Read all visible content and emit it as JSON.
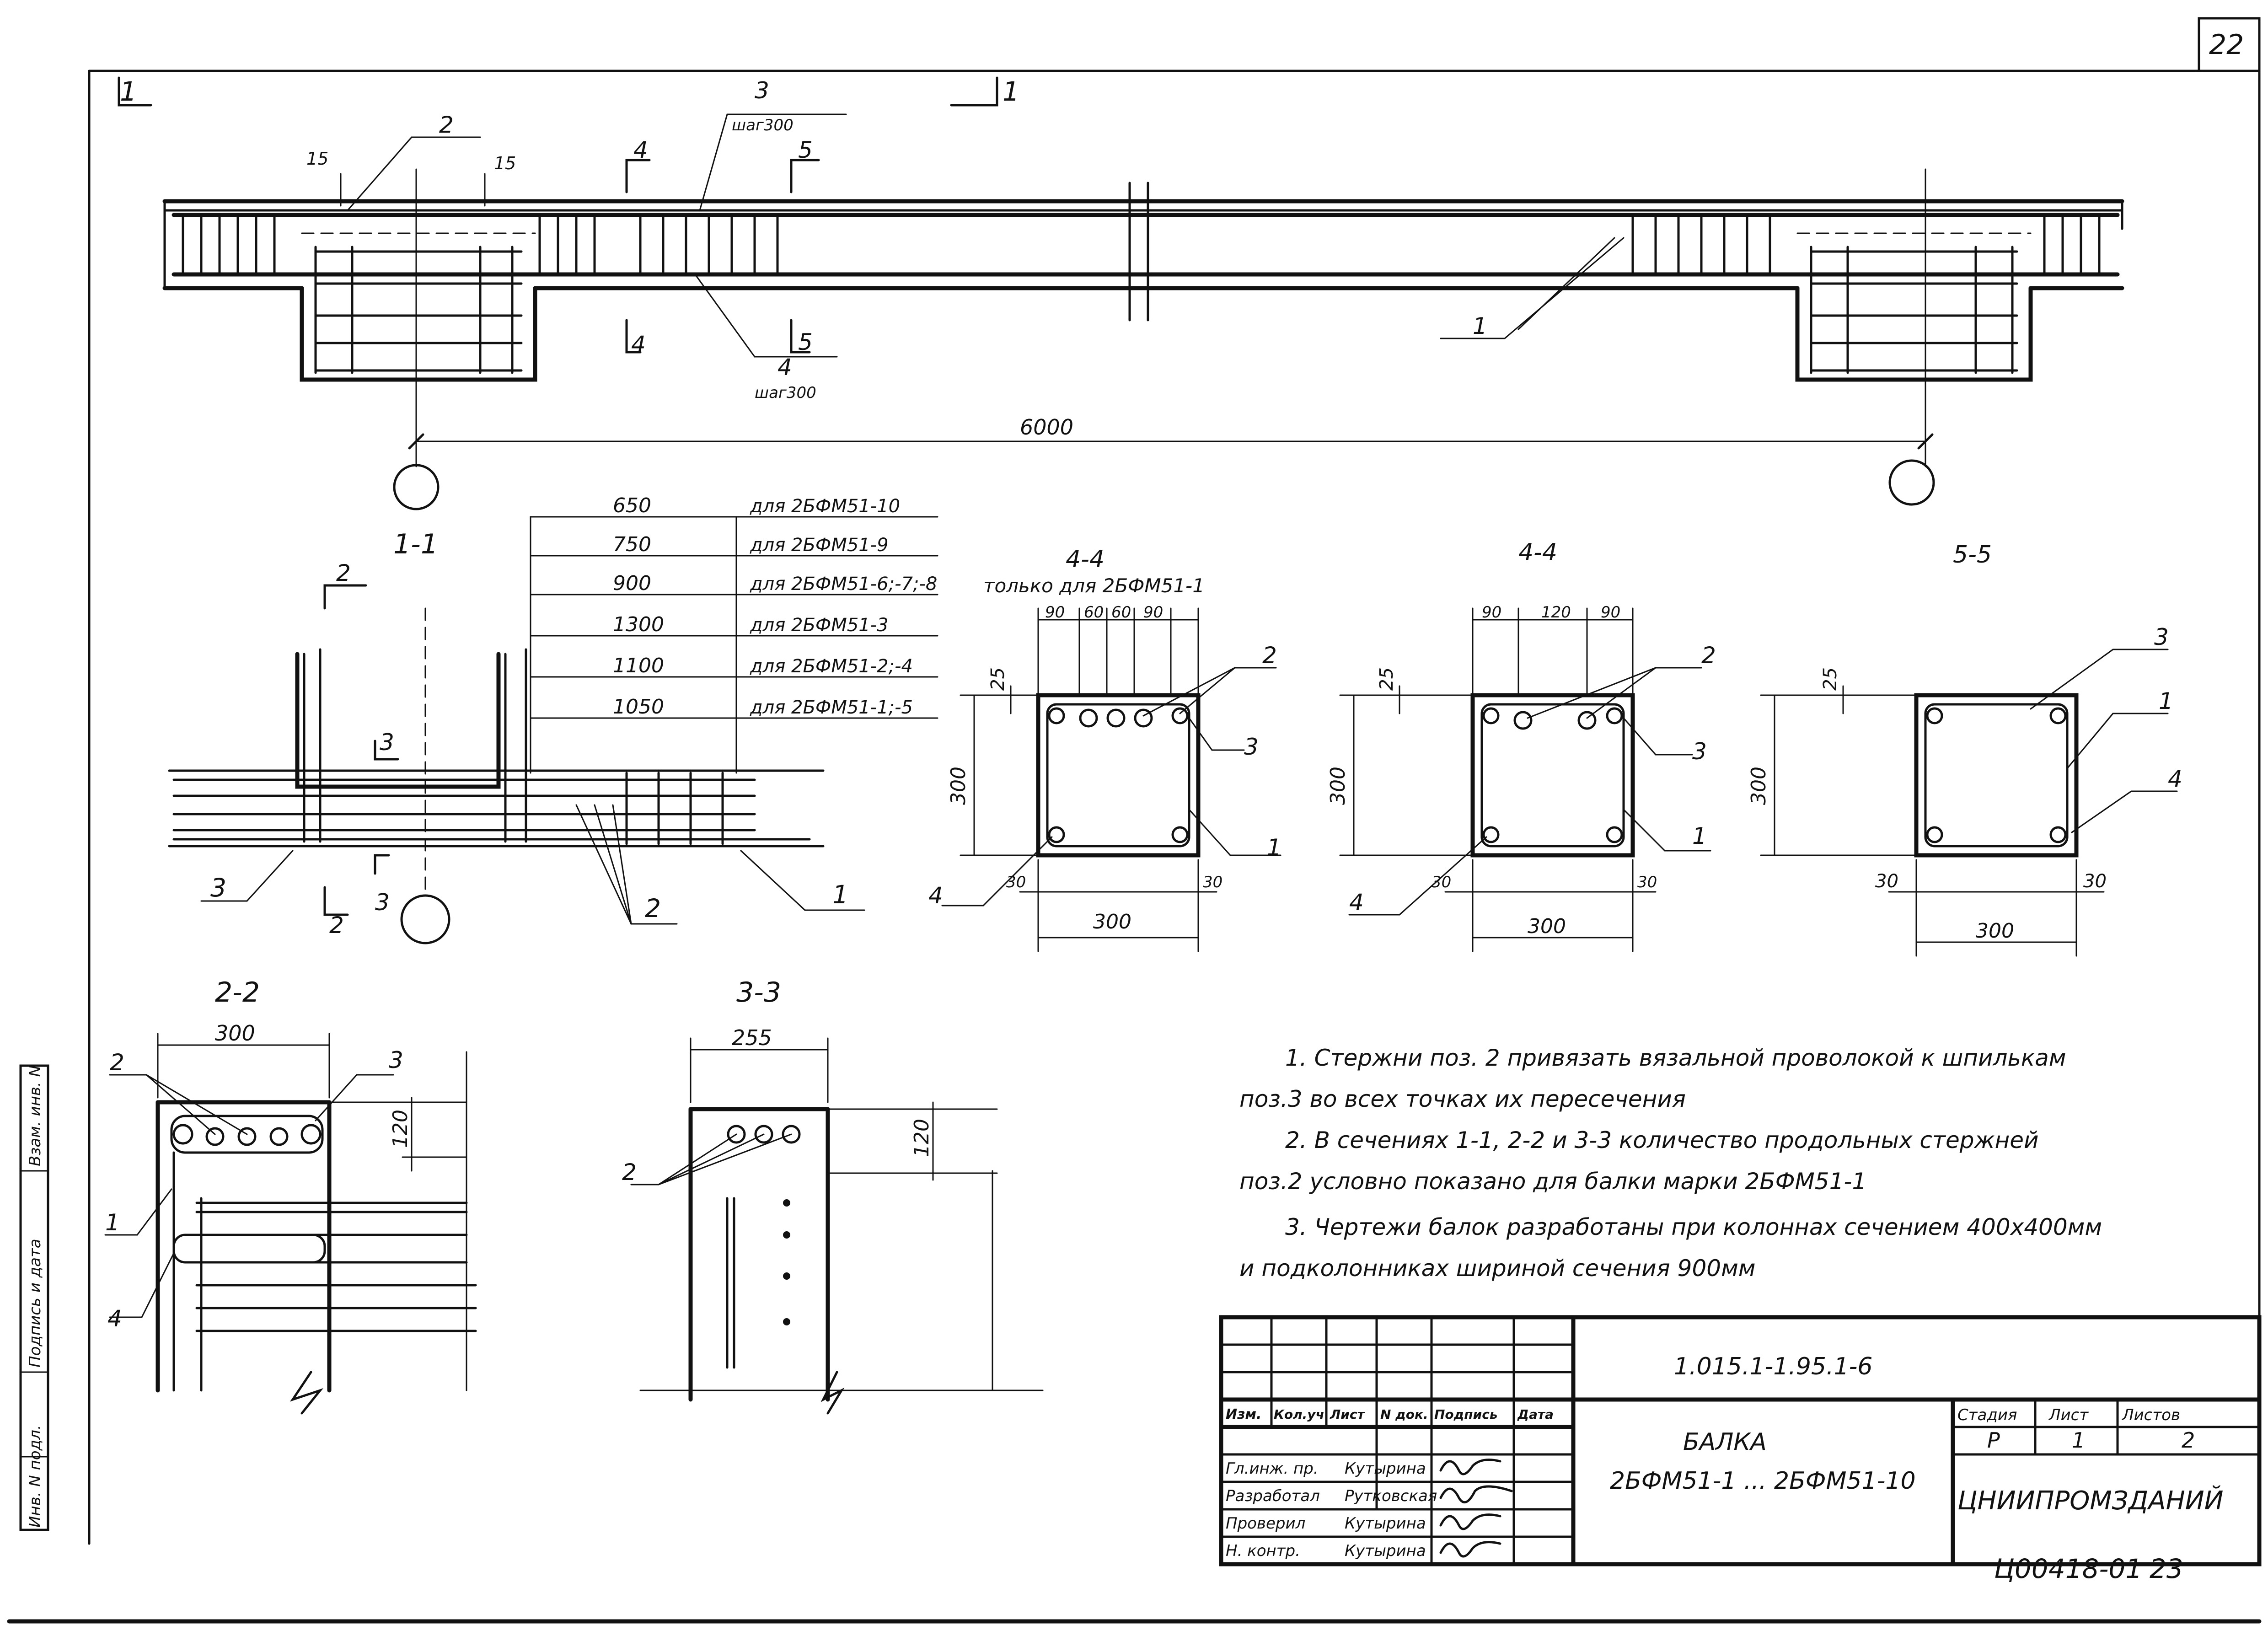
{
  "sheet": {
    "page_number": "22",
    "archive_number": "Ц00418-01",
    "archive_sheet": "23"
  },
  "elevation": {
    "section_marks": [
      "1",
      "1",
      "4",
      "4",
      "5",
      "5"
    ],
    "pos2": "2",
    "pos3": "3",
    "pos3_step": "шаг300",
    "pos4": "4",
    "pos4_step": "шаг300",
    "pos1": "1",
    "dim_15_left": "15",
    "dim_15_right": "15",
    "span": "6000"
  },
  "section_1_1": {
    "title": "1-1",
    "marks": {
      "s2_top": "2",
      "s2_bot": "2",
      "s3_top": "3",
      "s3_bot": "3"
    },
    "callouts": {
      "pos1": "1",
      "pos2": "2",
      "pos3": "3"
    },
    "table": [
      {
        "dim": "650",
        "note": "для 2БФМ51-10"
      },
      {
        "dim": "750",
        "note": "для 2БФМ51-9"
      },
      {
        "dim": "900",
        "note": "для 2БФМ51-6;-7;-8"
      },
      {
        "dim": "1300",
        "note": "для 2БФМ51-3"
      },
      {
        "dim": "1100",
        "note": "для 2БФМ51-2;-4"
      },
      {
        "dim": "1050",
        "note": "для 2БФМ51-1;-5"
      }
    ]
  },
  "section_4_4a": {
    "title": "4-4",
    "subtitle": "только для 2БФМ51-1",
    "dims_top": [
      "90",
      "60",
      "60",
      "90"
    ],
    "cover": "25",
    "height": "300",
    "width": "300",
    "side_left": "30",
    "side_right": "30",
    "callouts": [
      "2",
      "3",
      "1",
      "4"
    ]
  },
  "section_4_4b": {
    "title": "4-4",
    "dims_top": [
      "90",
      "120",
      "90"
    ],
    "cover": "25",
    "height": "300",
    "width": "300",
    "side_left": "30",
    "side_right": "30",
    "callouts": [
      "2",
      "3",
      "1",
      "4"
    ]
  },
  "section_5_5": {
    "title": "5-5",
    "cover": "25",
    "height": "300",
    "width": "300",
    "side_left": "30",
    "side_right": "30",
    "callouts": [
      "3",
      "1",
      "4"
    ]
  },
  "section_2_2": {
    "title": "2-2",
    "width": "300",
    "dim_120": "120",
    "callouts": [
      "2",
      "3",
      "1",
      "4"
    ]
  },
  "section_3_3": {
    "title": "3-3",
    "width": "255",
    "dim_120": "120",
    "callouts": [
      "2"
    ]
  },
  "notes": [
    "1. Стержни поз. 2 привязать вязальной проволокой к шпилькам",
    "поз.3 во всех точках их пересечения",
    "2. В сечениях 1-1, 2-2 и 3-3 количество продольных стержней",
    "поз.2 условно показано для балки марки 2БФМ51-1",
    "3. Чертежи балок разработаны при колоннах сечением 400х400мм",
    "и подколонниках шириной сечения 900мм"
  ],
  "side_stamp": [
    "Инв. N подл.",
    "Подпись и дата",
    "Взам. инв. N"
  ],
  "title_block": {
    "code": "1.015.1-1.95.1-6",
    "headers": [
      "Изм.",
      "Кол.уч",
      "Лист",
      "N док.",
      "Подпись",
      "Дата"
    ],
    "rows": [
      {
        "role": "Гл.инж. пр.",
        "name": "Кутырина"
      },
      {
        "role": "Разработал",
        "name": "Рутковская"
      },
      {
        "role": "Проверил",
        "name": "Кутырина"
      },
      {
        "role": "Н. контр.",
        "name": "Кутырина"
      }
    ],
    "object_title": "БАЛКА",
    "object_range": "2БФМ51-1 ... 2БФМ51-10",
    "stage_label": "Стадия",
    "sheet_label": "Лист",
    "sheets_label": "Листов",
    "stage": "Р",
    "sheet": "1",
    "sheets": "2",
    "org": "ЦНИИПРОМЗДАНИЙ"
  }
}
